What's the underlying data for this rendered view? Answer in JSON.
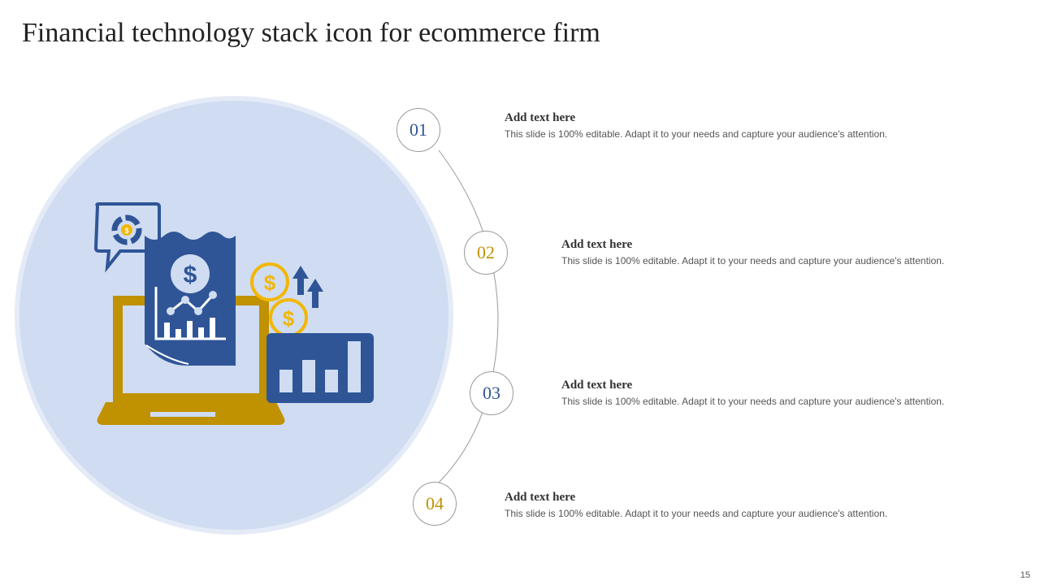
{
  "slide": {
    "title": "Financial technology stack icon for ecommerce firm",
    "page_number": "15"
  },
  "steps": [
    {
      "number": "01",
      "heading": "Add text here",
      "body": "This slide is 100% editable. Adapt it to your needs and capture your audience's attention."
    },
    {
      "number": "02",
      "heading": "Add text here",
      "body": "This slide is 100% editable. Adapt it to your needs and capture your audience's attention."
    },
    {
      "number": "03",
      "heading": "Add text here",
      "body": "This slide is 100% editable. Adapt it to your needs and capture your audience's attention."
    },
    {
      "number": "04",
      "heading": "Add text here",
      "body": "This slide is 100% editable. Adapt it to your needs and capture your audience's attention."
    }
  ],
  "illustration": {
    "coin_symbol": "$"
  },
  "colors": {
    "blue": "#2f5597",
    "gold": "#c09100",
    "yellow": "#f2b705",
    "circle_bg": "#cfdcf1"
  }
}
